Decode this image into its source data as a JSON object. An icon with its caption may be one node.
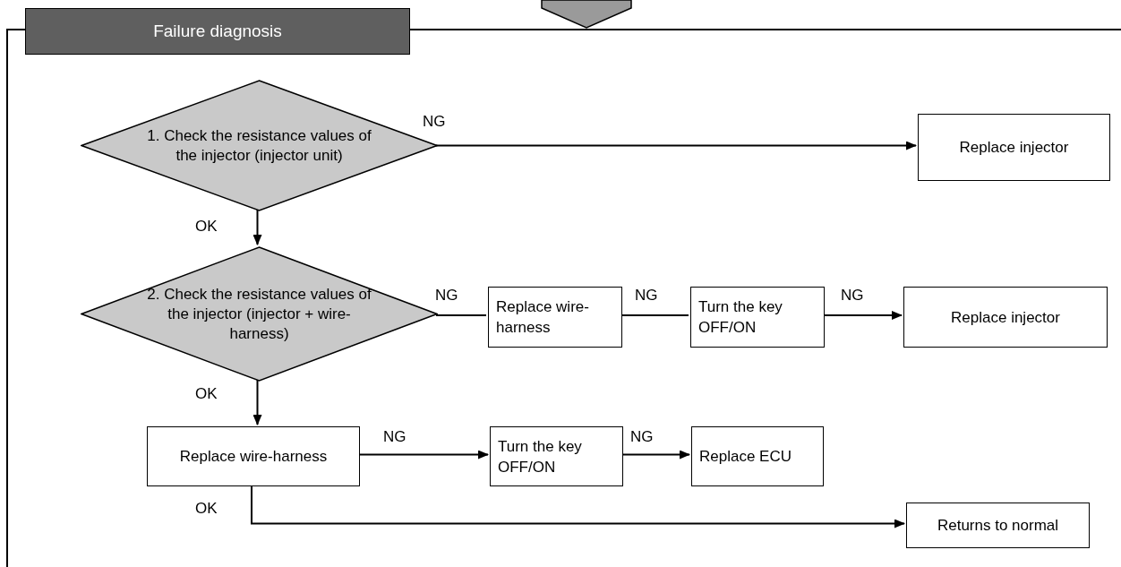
{
  "diagram": {
    "nodes": [
      {
        "text": [
          "Failure diagnosis"
        ]
      },
      {
        "text": [
          "1. Check the resistance values of the injector (injector unit)"
        ],
        "in": 0
      },
      {
        "text": [
          "Replace injector"
        ],
        "in": 0
      },
      {
        "text": [
          "2. Check the resistance values of the injector (injector + wire-harness)"
        ],
        "in": 0
      },
      {
        "text": [
          "Replace wire-harness"
        ],
        "in": 0
      },
      {
        "text": [
          "Turn the key OFF/ON"
        ],
        "in": 0
      },
      {
        "text": [
          "Replace injector"
        ],
        "in": 0
      },
      {
        "text": [
          "Replace wire-harness"
        ],
        "in": 0
      },
      {
        "text": [
          "Turn the key OFF/ON"
        ],
        "in": 0
      },
      {
        "text": [
          "Replace ECU"
        ],
        "in": 0
      },
      {
        "text": [
          "Returns to normal"
        ],
        "in": 0
      }
    ],
    "edges": [
      {
        "from": null,
        "to": 0,
        "arrow": "to"
      },
      {
        "from": 1,
        "to": 2,
        "arrow": "to",
        "label": "NG"
      },
      {
        "from": 1,
        "to": 3,
        "arrow": "to",
        "label": "OK"
      },
      {
        "from": 3,
        "to": 4,
        "arrow": "none",
        "label": "NG"
      },
      {
        "from": 4,
        "to": 5,
        "arrow": "none",
        "label": "NG"
      },
      {
        "from": 5,
        "to": 6,
        "arrow": "to",
        "label": "NG"
      },
      {
        "from": 3,
        "to": 7,
        "arrow": "to",
        "label": "OK"
      },
      {
        "from": 7,
        "to": 8,
        "arrow": "to",
        "label": "NG"
      },
      {
        "from": 8,
        "to": 9,
        "arrow": "to",
        "label": "NG"
      },
      {
        "from": 7,
        "to": 10,
        "arrow": "to",
        "label": "OK"
      }
    ]
  }
}
